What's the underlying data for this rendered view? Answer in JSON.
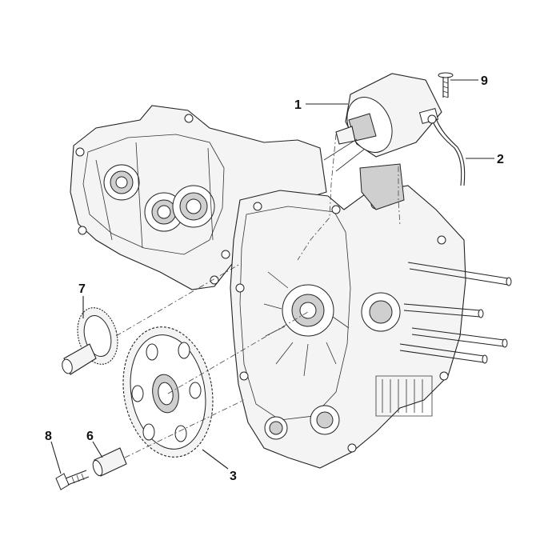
{
  "callouts": [
    {
      "id": "1",
      "text": "1"
    },
    {
      "id": "2",
      "text": "2"
    },
    {
      "id": "3",
      "text": "3"
    },
    {
      "id": "6",
      "text": "6"
    },
    {
      "id": "7",
      "text": "7"
    },
    {
      "id": "8",
      "text": "8"
    },
    {
      "id": "9",
      "text": "9"
    }
  ],
  "colors": {
    "line": "#222222",
    "fill": "#f4f4f4",
    "shade": "#cfcfcf"
  }
}
